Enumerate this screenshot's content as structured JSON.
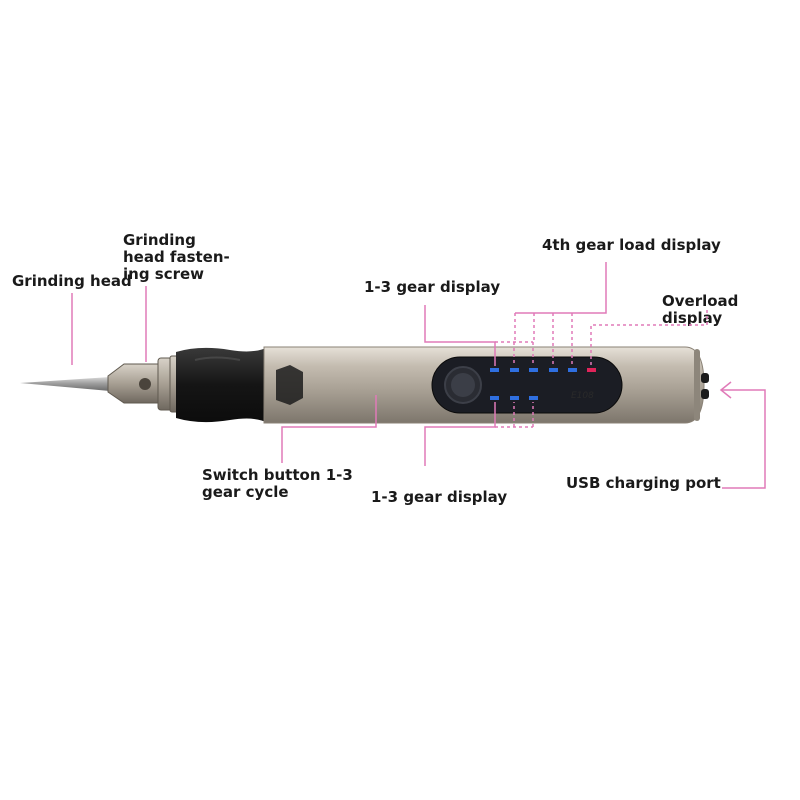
{
  "labels": {
    "grinding_head": "Grinding head",
    "fastening_screw": "Grinding\nhead fasten-\ning screw",
    "gear_display_top": "1-3 gear display",
    "fourth_gear_load": "4th gear load display",
    "overload_display": "Overload display",
    "switch_button": "Switch button 1-3\ngear cycle",
    "gear_display_bottom": "1-3 gear display",
    "usb_port": "USB charging port"
  },
  "device": {
    "model": "E108"
  },
  "colors": {
    "leader_line": "#e07ab8",
    "led_blue": "#2f6fe0",
    "led_red": "#e0245a",
    "body_metal": "#b7afa3",
    "grip": "#1c1c1c",
    "panel": "#1b1d24"
  }
}
